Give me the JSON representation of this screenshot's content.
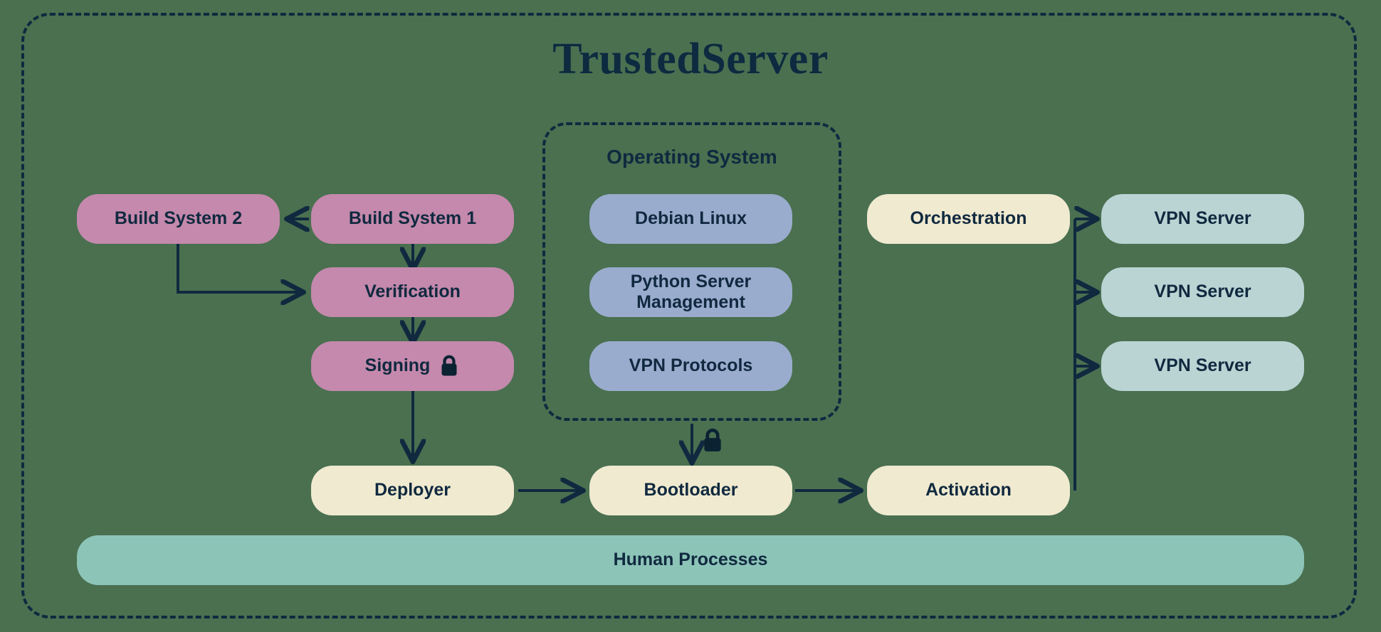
{
  "diagram": {
    "title": "TrustedServer",
    "background_color": "#4a7050",
    "line_color": "#10293f",
    "text_color": "#10293f"
  },
  "build_pipeline": {
    "color": "#c489ac",
    "nodes": [
      {
        "id": "build-system-2",
        "label": "Build System 2"
      },
      {
        "id": "build-system-1",
        "label": "Build System 1"
      },
      {
        "id": "verification",
        "label": "Verification"
      },
      {
        "id": "signing",
        "label": "Signing",
        "icon": "lock-icon"
      }
    ]
  },
  "operating_system": {
    "group_label": "Operating System",
    "color": "#9aaccd",
    "nodes": [
      {
        "id": "debian-linux",
        "label": "Debian Linux"
      },
      {
        "id": "python-server-management",
        "label": "Python Server Management"
      },
      {
        "id": "vpn-protocols",
        "label": "VPN Protocols"
      }
    ]
  },
  "deployment": {
    "color": "#f0ead0",
    "nodes": [
      {
        "id": "deployer",
        "label": "Deployer"
      },
      {
        "id": "bootloader",
        "label": "Bootloader"
      },
      {
        "id": "activation",
        "label": "Activation"
      },
      {
        "id": "orchestration",
        "label": "Orchestration"
      }
    ]
  },
  "vpn_servers": {
    "color": "#bad4d4",
    "nodes": [
      {
        "id": "vpn-server-1",
        "label": "VPN Server"
      },
      {
        "id": "vpn-server-2",
        "label": "VPN Server"
      },
      {
        "id": "vpn-server-3",
        "label": "VPN Server"
      }
    ]
  },
  "human_processes": {
    "label": "Human Processes",
    "color": "#8cc4b8"
  },
  "icons": {
    "os_to_bootloader_lock": "lock-icon",
    "signing_lock": "lock-icon"
  }
}
